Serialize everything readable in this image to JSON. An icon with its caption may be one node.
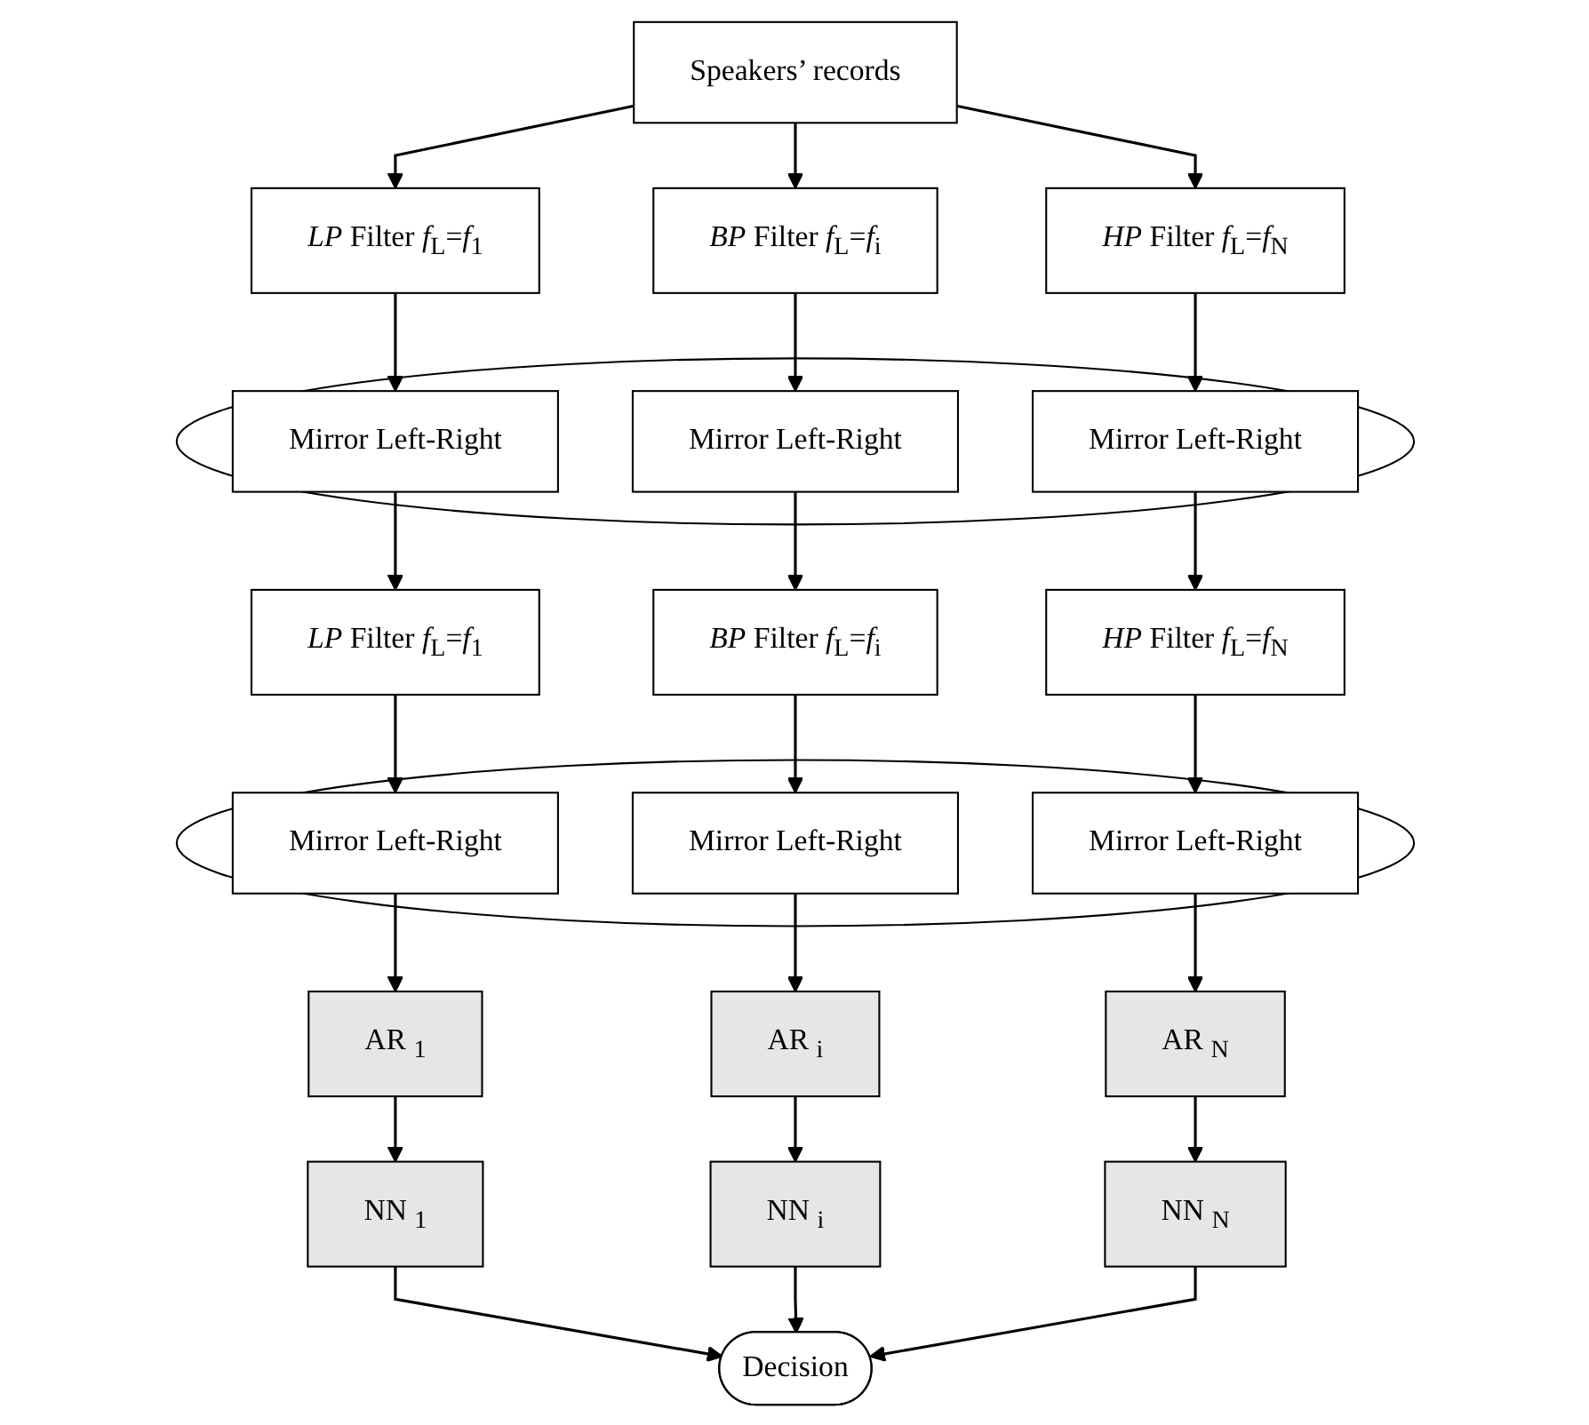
{
  "diagram": {
    "nodes": [
      {
        "text": [
          "Speakers’ records"
        ]
      },
      {
        "text": [
          "*LP* Filter *f*$_{L}$=*f*$_{1}$"
        ]
      },
      {
        "text": [
          "*BP* Filter *f*$_{L}$=*f*$_{i}$"
        ]
      },
      {
        "text": [
          "*HP* Filter *f*$_{L}$=*f*$_{N}$"
        ]
      },
      {
        "text": [],
        "shape": "ellipse"
      },
      {
        "text": [
          "Mirror Left-Right"
        ],
        "in": 4
      },
      {
        "text": [
          "Mirror Left-Right"
        ],
        "in": 4
      },
      {
        "text": [
          "Mirror Left-Right"
        ],
        "in": 4
      },
      {
        "text": [
          "*LP* Filter *f*$_{L}$=*f*$_{1}$"
        ]
      },
      {
        "text": [
          "*BP* Filter *f*$_{L}$=*f*$_{i}$"
        ]
      },
      {
        "text": [
          "*HP* Filter *f*$_{L}$=*f*$_{N}$"
        ]
      },
      {
        "text": [],
        "shape": "ellipse"
      },
      {
        "text": [
          "Mirror Left-Right"
        ],
        "in": 11
      },
      {
        "text": [
          "Mirror Left-Right"
        ],
        "in": 11
      },
      {
        "text": [
          "Mirror Left-Right"
        ],
        "in": 11
      },
      {
        "text": [
          "AR $_{1}$"
        ]
      },
      {
        "text": [
          "AR $_{i}$"
        ]
      },
      {
        "text": [
          "AR $_{N}$"
        ]
      },
      {
        "text": [
          "NN $_{1}$"
        ]
      },
      {
        "text": [
          "NN $_{i}$"
        ]
      },
      {
        "text": [
          "NN $_{N}$"
        ]
      },
      {
        "text": [
          "Decision"
        ]
      }
    ],
    "edges": [
      {
        "from": 0,
        "to": 1,
        "arrow": "to"
      },
      {
        "from": 0,
        "to": 2,
        "arrow": "to"
      },
      {
        "from": 0,
        "to": 3,
        "arrow": "to"
      },
      {
        "from": 1,
        "to": 5,
        "arrow": "to"
      },
      {
        "from": 2,
        "to": 6,
        "arrow": "to"
      },
      {
        "from": 3,
        "to": 7,
        "arrow": "to"
      },
      {
        "from": 5,
        "to": 8,
        "arrow": "to"
      },
      {
        "from": 6,
        "to": 9,
        "arrow": "to"
      },
      {
        "from": 7,
        "to": 10,
        "arrow": "to"
      },
      {
        "from": 8,
        "to": 12,
        "arrow": "to"
      },
      {
        "from": 9,
        "to": 13,
        "arrow": "to"
      },
      {
        "from": 10,
        "to": 14,
        "arrow": "to"
      },
      {
        "from": 12,
        "to": 15,
        "arrow": "to"
      },
      {
        "from": 13,
        "to": 16,
        "arrow": "to"
      },
      {
        "from": 14,
        "to": 17,
        "arrow": "to"
      },
      {
        "from": 15,
        "to": 18,
        "arrow": "to"
      },
      {
        "from": 16,
        "to": 19,
        "arrow": "to"
      },
      {
        "from": 17,
        "to": 20,
        "arrow": "to"
      },
      {
        "from": 18,
        "to": 21,
        "arrow": "to"
      },
      {
        "from": 19,
        "to": 21,
        "arrow": "to"
      },
      {
        "from": 20,
        "to": 21,
        "arrow": "to"
      }
    ]
  }
}
